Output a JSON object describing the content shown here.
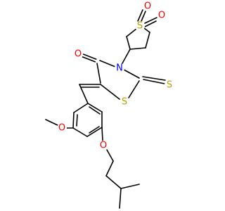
{
  "molecule": {
    "colors": {
      "bond": "#000000",
      "O": "#ff0000",
      "N": "#0000ff",
      "S": "#b8a000",
      "C": "#000000"
    },
    "atoms": {
      "S_sulfolane": "S",
      "O_sulfone_1": "O",
      "O_sulfone_2": "O",
      "N_ring": "N",
      "O_carbonyl": "O",
      "S_ring": "S",
      "S_thione": "S",
      "O_methoxy": "O",
      "O_ether": "O"
    }
  }
}
